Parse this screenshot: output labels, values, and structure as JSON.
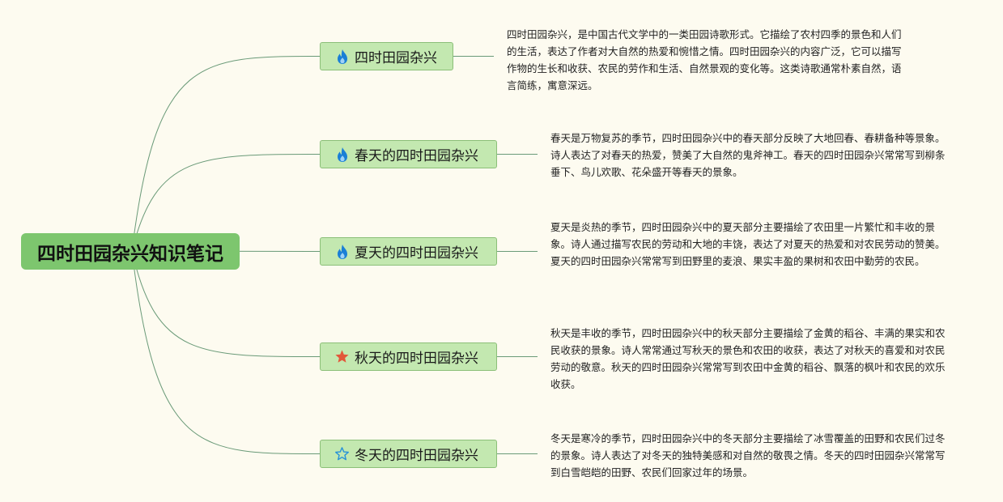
{
  "root": {
    "title": "四时田园杂兴知识笔记"
  },
  "colors": {
    "background": "#fdfbf0",
    "root_fill": "#7dc66e",
    "branch_fill": "#c3e8b0",
    "branch_border": "#8bbf78",
    "connector": "#6a9a78",
    "flame_icon": "#1a7fd6",
    "star_filled_icon": "#e2573a",
    "star_outline_icon": "#2a93d8"
  },
  "branches": [
    {
      "label": "四时田园杂兴",
      "icon": "flame-icon",
      "note": "四时田园杂兴，是中国古代文学中的一类田园诗歌形式。它描绘了农村四季的景色和人们的生活，表达了作者对大自然的热爱和惋惜之情。四时田园杂兴的内容广泛，它可以描写作物的生长和收获、农民的劳作和生活、自然景观的变化等。这类诗歌通常朴素自然，语言简练，寓意深远。"
    },
    {
      "label": "春天的四时田园杂兴",
      "icon": "flame-icon",
      "note": "春天是万物复苏的季节，四时田园杂兴中的春天部分反映了大地回春、春耕备种等景象。诗人表达了对春天的热爱，赞美了大自然的鬼斧神工。春天的四时田园杂兴常常写到柳条垂下、鸟儿欢歌、花朵盛开等春天的景象。"
    },
    {
      "label": "夏天的四时田园杂兴",
      "icon": "flame-icon",
      "note": "夏天是炎热的季节，四时田园杂兴中的夏天部分主要描绘了农田里一片繁忙和丰收的景象。诗人通过描写农民的劳动和大地的丰饶，表达了对夏天的热爱和对农民劳动的赞美。夏天的四时田园杂兴常常写到田野里的麦浪、果实丰盈的果树和农田中勤劳的农民。"
    },
    {
      "label": "秋天的四时田园杂兴",
      "icon": "star-filled-icon",
      "note": "秋天是丰收的季节，四时田园杂兴中的秋天部分主要描绘了金黄的稻谷、丰满的果实和农民收获的景象。诗人常常通过写秋天的景色和农田的收获，表达了对秋天的喜爱和对农民劳动的敬意。秋天的四时田园杂兴常常写到农田中金黄的稻谷、飘落的枫叶和农民的欢乐收获。"
    },
    {
      "label": "冬天的四时田园杂兴",
      "icon": "star-outline-icon",
      "note": "冬天是寒冷的季节，四时田园杂兴中的冬天部分主要描绘了冰雪覆盖的田野和农民们过冬的景象。诗人表达了对冬天的独特美感和对自然的敬畏之情。冬天的四时田园杂兴常常写到白雪皑皑的田野、农民们回家过年的场景。"
    }
  ]
}
